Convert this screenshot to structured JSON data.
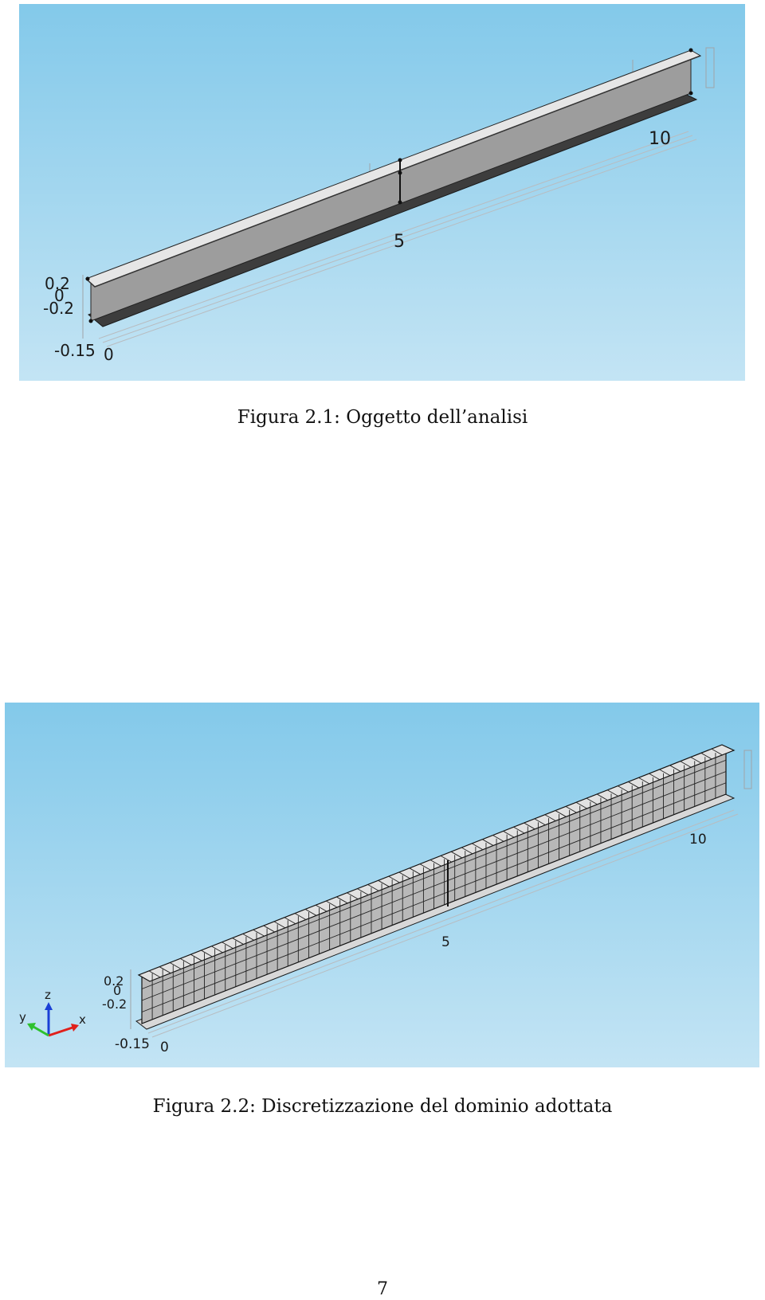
{
  "figures": [
    {
      "caption": "Figura 2.1: Oggetto dell’analisi",
      "axis_labels": {
        "z_top": "0.2",
        "z_mid": "0",
        "z_bottom": "-0.2",
        "y_min": "-0.15",
        "x_start": "0",
        "x_mid": "5",
        "x_end": "10"
      },
      "colors": {
        "sky_top": "#83c9ea",
        "sky_bottom": "#c3e4f4",
        "flange_top": "#e6e6e6",
        "web": "#9d9d9d",
        "flange_bottom": "#3d3d3d"
      }
    },
    {
      "caption": "Figura 2.2: Discretizzazione del dominio adottata",
      "axis_labels": {
        "z_top": "0.2",
        "z_mid": "0",
        "z_bottom": "-0.2",
        "y_min": "-0.15",
        "x_start": "0",
        "x_mid": "5",
        "x_end": "10"
      },
      "triad": {
        "x": "x",
        "y": "y",
        "z": "z"
      },
      "colors": {
        "triad_x": "#e0201b",
        "triad_y": "#2ec12e",
        "triad_z": "#1a3fd6"
      }
    }
  ],
  "page_number": "7"
}
